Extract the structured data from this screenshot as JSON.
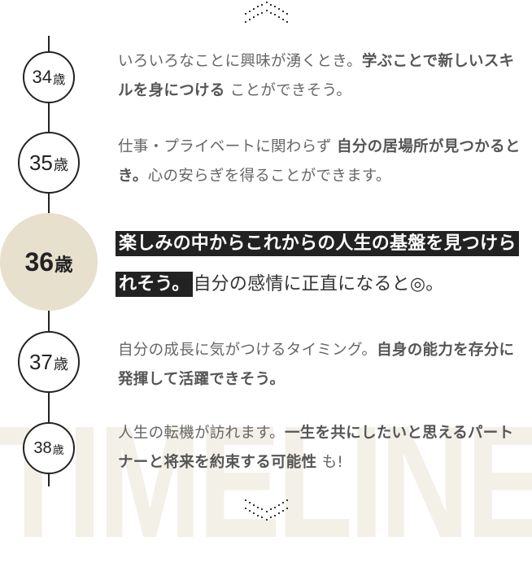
{
  "watermark": "TIMELINE",
  "nav": {
    "up_icon": "dotted-chevron-up-icon",
    "down_icon": "dotted-chevron-down-icon"
  },
  "colors": {
    "line": "#222222",
    "highlight_circle": "#e6e0cc",
    "highlight_text_bg": "#222222",
    "watermark": "#f3f0e8",
    "body_text": "#666666"
  },
  "entries": [
    {
      "age_num": "34",
      "age_unit": "歳",
      "text_normal_1": "いろいろなことに興味が湧くとき。",
      "text_bold_1": "学ぶことで新しいスキルを身につける",
      "text_normal_2": " ことができそう。"
    },
    {
      "age_num": "35",
      "age_unit": "歳",
      "text_normal_1": "仕事・プライベートに関わらず ",
      "text_bold_1": "自分の居場所が見つかるとき。",
      "text_normal_2": "心の安らぎを得ることができます。"
    },
    {
      "age_num": "36",
      "age_unit": "歳",
      "text_mark_1": "楽しみの中からこれからの人生の基盤を見つけられそう。",
      "text_normal_1": "自分の感情に正直になると◎。"
    },
    {
      "age_num": "37",
      "age_unit": "歳",
      "text_normal_1": "自分の成長に気がつけるタイミング。",
      "text_bold_1": "自身の能力を存分に発揮して活躍できそう。"
    },
    {
      "age_num": "38",
      "age_unit": "歳",
      "text_normal_1": "人生の転機が訪れます。",
      "text_bold_1": "一生を共にしたいと思えるパートナーと将来を約束する可能性",
      "text_normal_2": " も!"
    }
  ]
}
